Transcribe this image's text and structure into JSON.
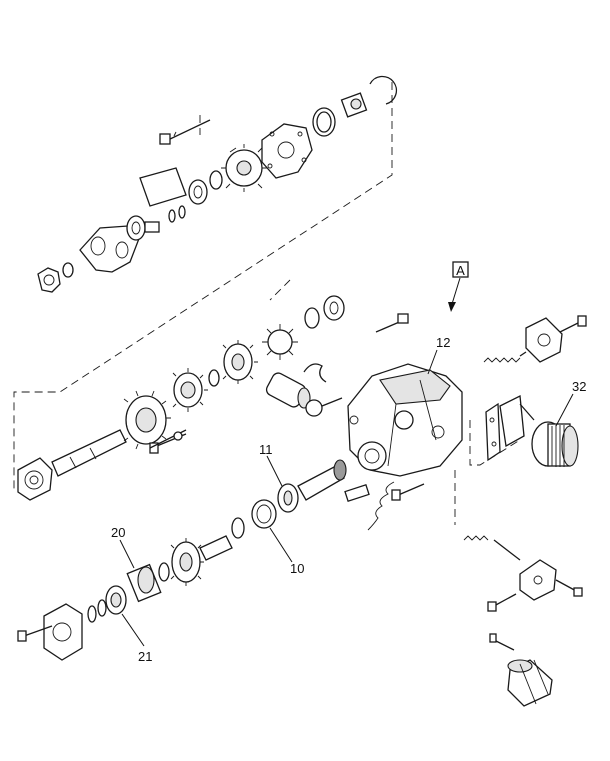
{
  "diagram": {
    "callouts": {
      "c12": "12",
      "c32": "32",
      "c11": "11",
      "c10": "10",
      "c20": "20",
      "c21": "21"
    },
    "view_box_label": "A"
  }
}
